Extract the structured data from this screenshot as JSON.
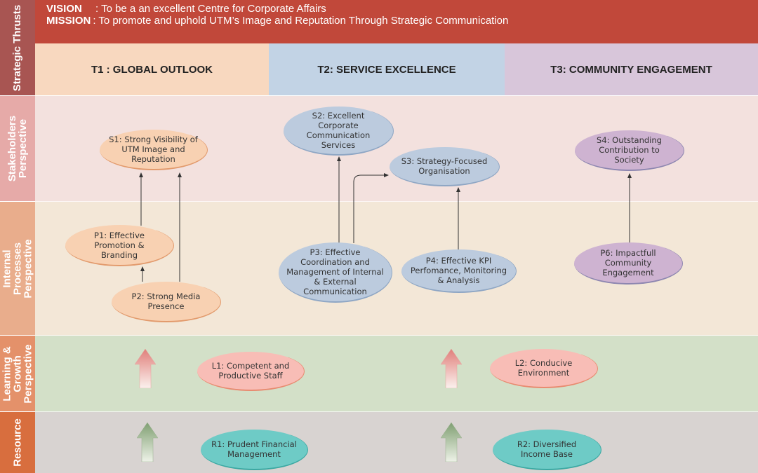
{
  "header": {
    "vision_label": "VISION",
    "vision_text": ": To be a  an excellent Centre for Corporate Affairs",
    "mission_label": "MISSION",
    "mission_text": ": To promote and uphold UTM’s Image and Reputation Through Strategic Communication",
    "color": "#c1483a"
  },
  "perspectives": [
    {
      "label": "Strategic Thrusts",
      "color": "#a85552"
    },
    {
      "label": "Stakeholders Perspective",
      "color": "#e6aaa8"
    },
    {
      "label": "Internal Processes Perspective",
      "color": "#e9ad8c"
    },
    {
      "label": "Learning & Growth Perspective",
      "color": "#e4916a"
    },
    {
      "label": "Resource",
      "color": "#d86e3e"
    }
  ],
  "thrusts": [
    {
      "label": "T1 : GLOBAL OUTLOOK",
      "color": "#f8d8bf"
    },
    {
      "label": "T2: SERVICE EXCELLENCE",
      "color": "#c2d3e5"
    },
    {
      "label": "T3: COMMUNITY ENGAGEMENT",
      "color": "#d8c6da"
    }
  ],
  "objectives": {
    "S1": "S1: Strong Visibility of UTM Image and Reputation",
    "S2": "S2: Excellent Corporate Communication Services",
    "S3": "S3: Strategy-Focused Organisation",
    "S4": "S4: Outstanding Contribution to Society",
    "P1": "P1: Effective Promotion & Branding",
    "P2": "P2: Strong Media Presence",
    "P3": "P3: Effective Coordination and Management of Internal & External Communication",
    "P4": "P4: Effective KPI Perfomance, Monitoring & Analysis",
    "P6": "P6: Impactfull Community Engagement",
    "L1": "L1: Competent and Productive Staff",
    "L2": "L2: Conducive Environment",
    "R1": "R1: Prudent Financial Management",
    "R2": "R2: Diversified Income Base"
  },
  "links": [
    {
      "from": "P1",
      "to": "S1"
    },
    {
      "from": "P2",
      "to": "S1"
    },
    {
      "from": "P2",
      "to": "P1"
    },
    {
      "from": "P3",
      "to": "S2"
    },
    {
      "from": "P3",
      "to": "S3"
    },
    {
      "from": "P4",
      "to": "S3"
    },
    {
      "from": "P6",
      "to": "S4"
    }
  ]
}
